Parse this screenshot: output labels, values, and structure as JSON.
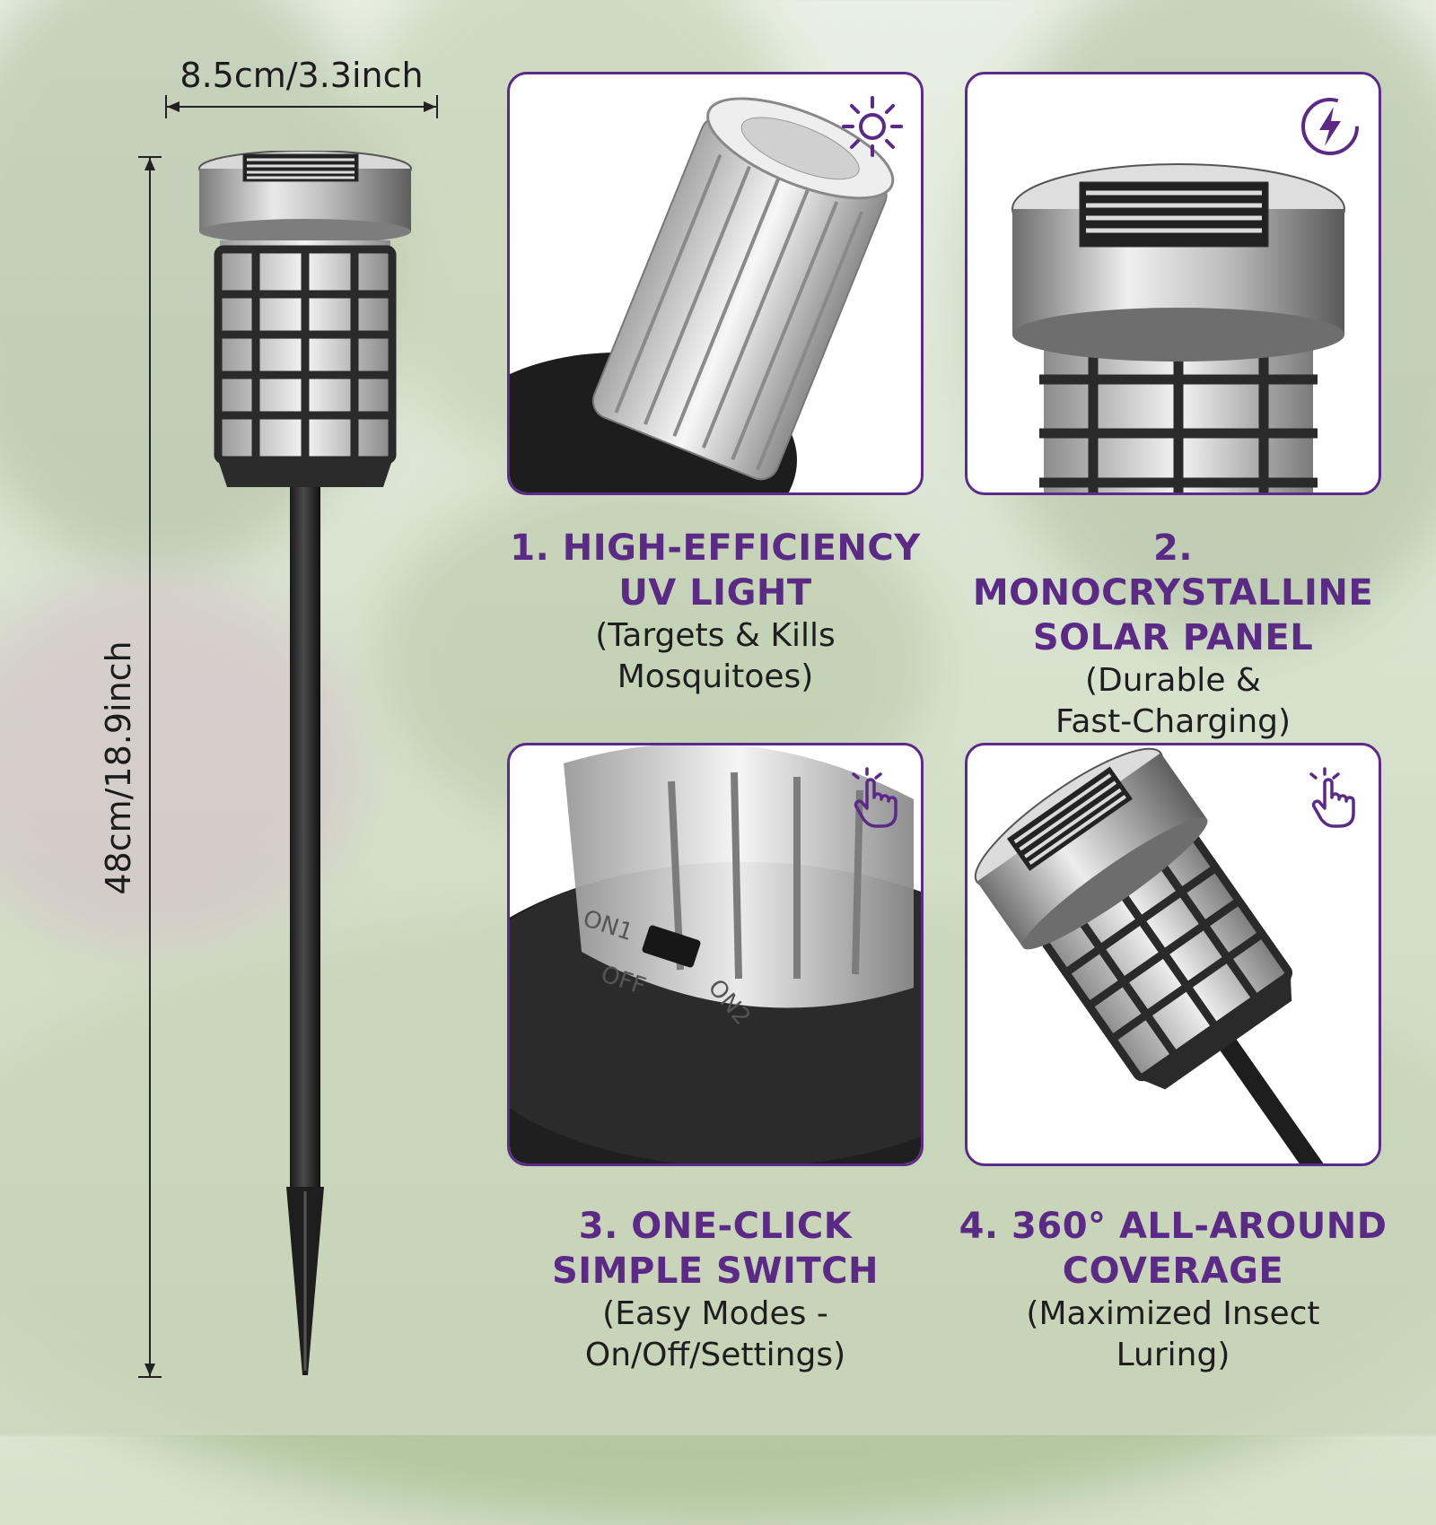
{
  "dimensions": {
    "width_label": "8.5cm/3.3inch",
    "height_label": "48cm/18.9inch"
  },
  "features": [
    {
      "title_line1": "1. HIGH-EFFICIENCY",
      "title_line2": "UV LIGHT",
      "desc_line1": "(Targets & Kills",
      "desc_line2": "Mosquitoes)",
      "icon": "sun-icon"
    },
    {
      "title_line1": "2. MONOCRYSTALLINE",
      "title_line2": "SOLAR PANEL",
      "desc_line1": "(Durable &",
      "desc_line2": "Fast-Charging)",
      "icon": "lightning-icon"
    },
    {
      "title_line1": "3. ONE-CLICK",
      "title_line2": "SIMPLE SWITCH",
      "desc_line1": "(Easy Modes -",
      "desc_line2": "On/Off/Settings)",
      "icon": "tap-hand-icon"
    },
    {
      "title_line1": "4. 360° ALL-AROUND",
      "title_line2": "COVERAGE",
      "desc_line1": "(Maximized Insect",
      "desc_line2": "Luring)",
      "icon": "tap-hand-icon"
    }
  ],
  "switch_labels": {
    "on1": "ON1",
    "off": "OFF",
    "on2": "ON2"
  },
  "colors": {
    "accent": "#5a2a86",
    "card_border": "#5c2a8a"
  }
}
